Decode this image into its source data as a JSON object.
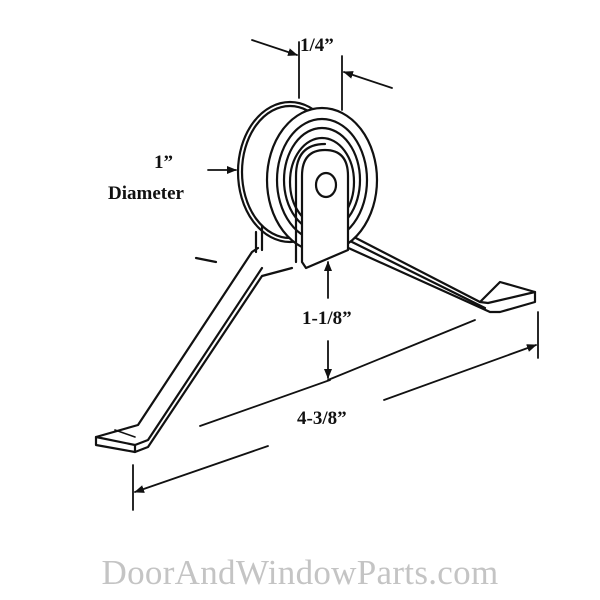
{
  "diagram": {
    "subject": "Roller assembly with 1-inch grooved wheel on bent strap bracket",
    "stroke_color": "#111111",
    "background_color": "#ffffff",
    "dimensions": {
      "wheel_width": {
        "label": "1/4”"
      },
      "wheel_diameter": {
        "label_line1": "1”",
        "label_line2": "Diameter"
      },
      "height": {
        "label": "1-1/8”"
      },
      "overall_length": {
        "label": "4-3/8”"
      }
    }
  },
  "watermark": {
    "text": "DoorAndWindowParts.com",
    "color": "#c4c4c4"
  }
}
